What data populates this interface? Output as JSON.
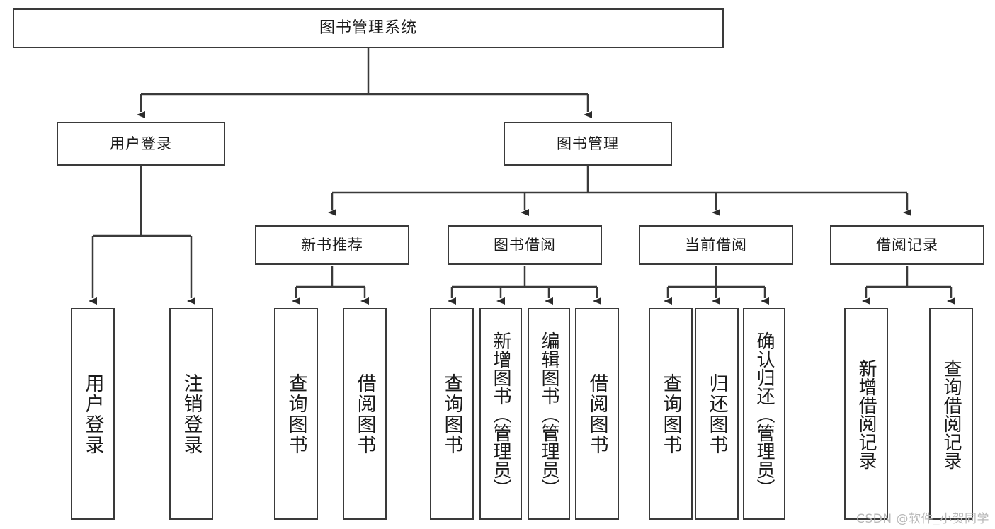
{
  "diagram": {
    "title_text": "图书管理系统",
    "type": "tree-hierarchy",
    "line_color": "#3a3a3a",
    "box_fill": "#ffffff",
    "text_color": "#1a1a1a",
    "nodes": {
      "root": {
        "label": "图书管理系统"
      },
      "level1": [
        {
          "label": "用户登录"
        },
        {
          "label": "图书管理"
        }
      ],
      "level2": [
        {
          "label": "新书推荐"
        },
        {
          "label": "图书借阅"
        },
        {
          "label": "当前借阅"
        },
        {
          "label": "借阅记录"
        }
      ],
      "leaves": {
        "user_login": [
          {
            "label": "用户登录"
          },
          {
            "label": "注销登录"
          }
        ],
        "new_book_recommend": [
          {
            "label": "查询图书"
          },
          {
            "label": "借阅图书"
          }
        ],
        "book_borrow": [
          {
            "label": "查询图书"
          },
          {
            "label": "新增图书（管理员）"
          },
          {
            "label": "编辑图书（管理员）"
          },
          {
            "label": "借阅图书"
          }
        ],
        "current_borrow": [
          {
            "label": "查询图书"
          },
          {
            "label": "归还图书"
          },
          {
            "label": "确认归还（管理员）"
          }
        ],
        "borrow_record": [
          {
            "label": "新增借阅记录"
          },
          {
            "label": "查询借阅记录"
          }
        ]
      }
    },
    "watermark": "CSDN @软件_小贺同学"
  }
}
